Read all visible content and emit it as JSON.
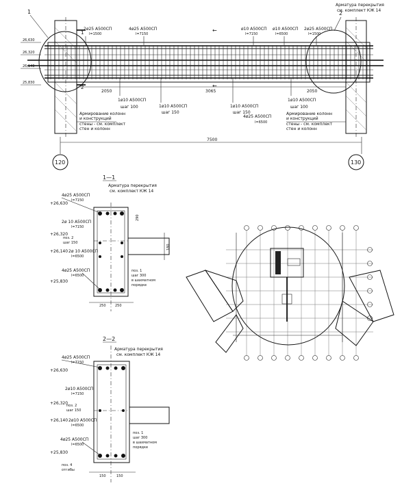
{
  "colors": {
    "ink": "#111111",
    "paper": "#ffffff"
  },
  "elevation": {
    "slab_ref": "Арматура перекрытия",
    "slab_ref2": "см. комплект КЖ 14",
    "top_bars_1": "2ø25 А500СП",
    "top_bars_1_len": "l=1500",
    "top_bars_2": "4ø25 А500СП",
    "top_bars_2_len": "l=7150",
    "top_bars_3": "ø10 А500СП",
    "top_bars_3_len": "l=7150",
    "top_bars_4": "ø10 А500СП",
    "top_bars_4_len": "l=6500",
    "top_bars_5": "2ø25 А500СП",
    "top_bars_5_len": "l=1500",
    "stirrup_1": "1ø10 А500СП",
    "stirrup_1_step": "шаг 100",
    "stirrup_2": "1ø10 А500СП",
    "stirrup_2_step": "шаг 150",
    "stirrup_3": "1ø10 А500СП",
    "stirrup_3_step": "шаг 150",
    "stirrup_4": "1ø10 А500СП",
    "stirrup_4_step": "шаг 100",
    "bottom_bars": "4ø25 А500СП",
    "bottom_bars_len": "l=6500",
    "note_left_1": "Армирование колонн",
    "note_left_2": "и конструкций",
    "note_left_3": "стены - см. комплект",
    "note_left_4": "стен и колонн",
    "note_right_1": "Армирование колонн",
    "note_right_2": "и конструкций",
    "note_right_3": "стены - см. комплект",
    "note_right_4": "стен и колонн",
    "level_1": "26,630",
    "level_2": "26,320",
    "level_3": "26,140",
    "level_4": "25,830",
    "dim_left": "2050",
    "dim_mid": "3065",
    "dim_right": "2050",
    "dim_total": "7500",
    "axis_left": "120",
    "axis_right": "130",
    "callout_1": "1",
    "callout_2": "2",
    "cut_1": "1",
    "cut_2": "2"
  },
  "section_1": {
    "title": "1—1",
    "slab_ref": "Арматура перекрытия",
    "slab_ref2": "см. комплект КЖ 14",
    "bars_top": "4ø25 А500СП",
    "bars_top_len": "l=7150",
    "level_a": "+26,630",
    "bars_mid": "2ø 10 А500СП",
    "bars_mid_len": "l=7150",
    "level_b": "+26,320",
    "pos2": "поз. 2",
    "pos2_step": "шаг 150",
    "level_c": "+26,140",
    "bars_mid2": "2ø 10 А500СП",
    "bars_mid2_len": "l=6500",
    "bars_bot": "4ø25 А500СП",
    "bars_bot_len": "l=6500",
    "level_d": "+25,830",
    "pos1": "поз. 1",
    "pos1_step": "шаг 300",
    "pos1_note1": "в шахматном",
    "pos1_note2": "порядке",
    "dim_h": "290",
    "dim_slab": "180",
    "dim_w1": "250",
    "dim_w2": "250"
  },
  "section_2": {
    "title": "2—2",
    "slab_ref": "Арматура перекрытия",
    "slab_ref2": "см. комплект КЖ 14",
    "bars_top": "4ø25 А500СП",
    "bars_top_len": "l=7150",
    "level_a": "+26,630",
    "bars_mid": "2ø10 А500СП",
    "bars_mid_len": "l=7150",
    "level_b": "+26,320",
    "pos2": "поз. 2",
    "pos2_step": "шаг 150",
    "level_c": "+26,140",
    "bars_mid2": "2ø10 А500СП",
    "bars_mid2_len": "l=6500",
    "bars_bot": "4ø25 А500СП",
    "bars_bot_len": "l=6500",
    "level_d": "+25,830",
    "pos1": "поз. 1",
    "pos1_step": "шаг 300",
    "pos1_note1": "в шахматном",
    "pos1_note2": "порядке",
    "pos4": "поз. 4",
    "pos4_note": "отгибы",
    "dim_w1": "150",
    "dim_w2": "150"
  }
}
